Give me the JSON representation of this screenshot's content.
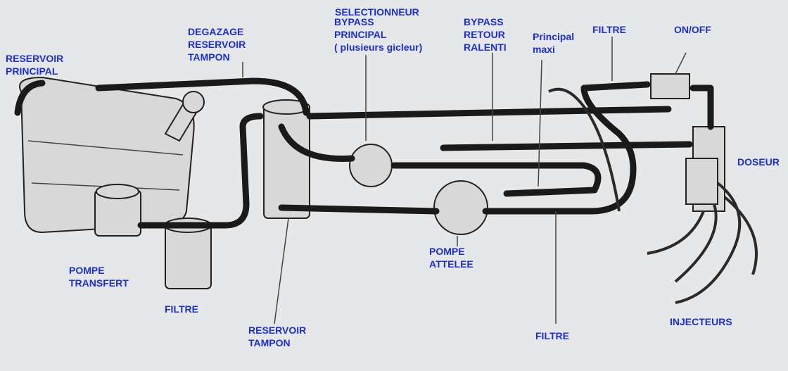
{
  "labels": {
    "reservoir_principal": "RESERVOIR\nPRINCIPAL",
    "degazage": "DEGAZAGE\nRESERVOIR\nTAMPON",
    "selectionneur": "SELECTIONNEUR",
    "bypass_principal": "BYPASS\nPRINCIPAL\n( plusieurs gicleur)",
    "bypass_retour": "BYPASS\nRETOUR\nRALENTI",
    "principal_maxi": "Principal\nmaxi",
    "filtre_top": "FILTRE",
    "on_off": "ON/OFF",
    "doseur": "DOSEUR",
    "pompe_transfert": "POMPE\nTRANSFERT",
    "filtre_left": "FILTRE",
    "reservoir_tampon": "RESERVOIR\nTAMPON",
    "pompe_attelee": "POMPE\nATTELEE",
    "filtre_bottom": "FILTRE",
    "injecteurs": "INJECTEURS"
  },
  "colors": {
    "label": "#1b2fd8",
    "background": "#e6e7e8"
  }
}
